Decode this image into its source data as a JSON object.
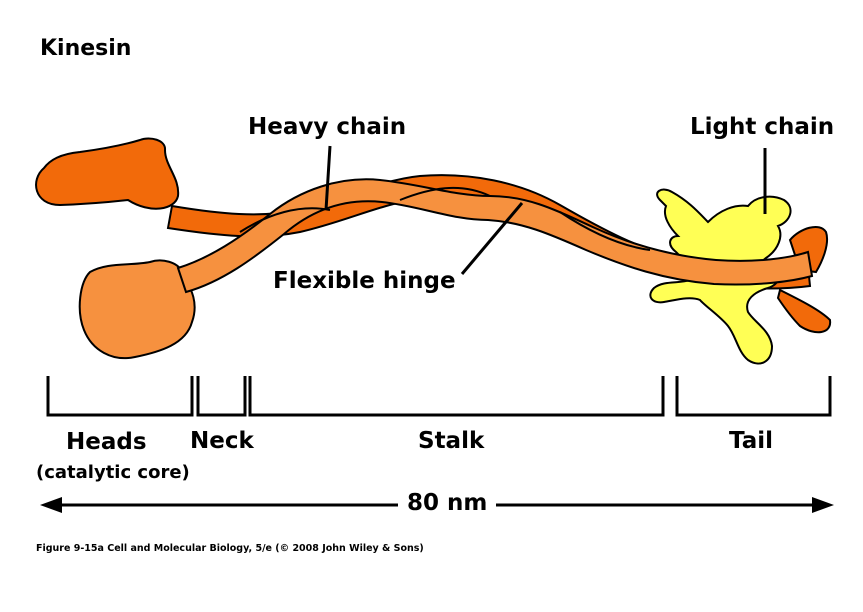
{
  "title": "Kinesin",
  "labels": {
    "heavy_chain": "Heavy chain",
    "light_chain": "Light chain",
    "flexible_hinge": "Flexible hinge"
  },
  "regions": {
    "heads": "Heads",
    "heads_sub": "(catalytic core)",
    "neck": "Neck",
    "stalk": "Stalk",
    "tail": "Tail"
  },
  "length": "80 nm",
  "caption": "Figure 9-15a  Cell and Molecular Biology, 5/e (© 2008 John Wiley & Sons)",
  "colors": {
    "chain_dark": "#f26a0a",
    "chain_light": "#f6913f",
    "light_chain": "#ffff55",
    "outline": "#000000"
  }
}
